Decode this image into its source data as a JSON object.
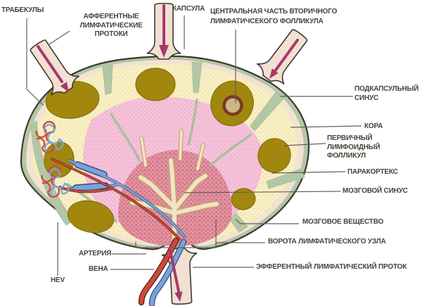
{
  "labels": {
    "trabeculae": "ТРАБЕКУЛЫ",
    "afferent_vessels": {
      "line1": "АФФЕРЕНТНЫЕ",
      "line2": "ЛИМФАТИЧЕСКИЕ",
      "line3": "ПРОТОКИ"
    },
    "capsule": "КАПСУЛА",
    "secondary_follicle_center": {
      "line1": "ЦЕНТРАЛЬНАЯ ЧАСТЬ ВТОРИЧНОГО",
      "line2": "ЛИМФАТИЧСЕКОГО ФОЛЛИКУЛА"
    },
    "subcapsular_sinus": {
      "line1": "ПОДКАПСУЛЬНЫЙ",
      "line2": "СИНУС"
    },
    "cortex": "КОРА",
    "primary_lymphoid_follicle": {
      "line1": "ПЕРВИЧНЫЙ",
      "line2": "ЛИМФОИДНЫЙ",
      "line3": "ФОЛЛИКУЛ"
    },
    "paracortex": "ПАРАКОРТЕКС",
    "medullary_sinus": "МОЗГОВОЙ СИНУС",
    "medulla": "МОЗГОВОЕ ВЕЩЕСТВО",
    "hilum": "ВОРОТА ЛИМФАТИЧЕСКОГО УЗЛА",
    "efferent_vessel": "ЭФФЕРЕНТНЫЙ ЛИМФАТИЧЕСКИЙ ПРОТОК",
    "artery": "АРТЕРИЯ",
    "vein": "ВЕНА",
    "hev": "HEV"
  },
  "colors": {
    "capsule_green": "#b3c7a6",
    "trabecula_green": "#a9bf9c",
    "subcapsular_cream": "#f3e2d2",
    "cortex_cream": "#f8efc4",
    "cortex_dot": "#e9d797",
    "follicle_olive": "#a1870e",
    "follicle_edge": "#87700b",
    "paracortex_pink": "#f5c3da",
    "paracortex_dot": "#eba6c8",
    "medulla_rose": "#e293a0",
    "medulla_dot": "#d06d80",
    "sinus_cream": "#f3e2c4",
    "sinus_edge": "#c0a26e",
    "germinal_ring": "#7c3a22",
    "germinal_center": "#cbb78c",
    "vessel_cream": "#f2e0d2",
    "arrow_magenta": "#a53a6b",
    "artery_red": "#cd4b3a",
    "artery_dark": "#571d15",
    "vein_blue": "#7ba3d8",
    "vein_dark": "#30507e",
    "outline_dark": "#3a382e",
    "leader_gray": "#63605a",
    "label_text": "#45433b"
  }
}
